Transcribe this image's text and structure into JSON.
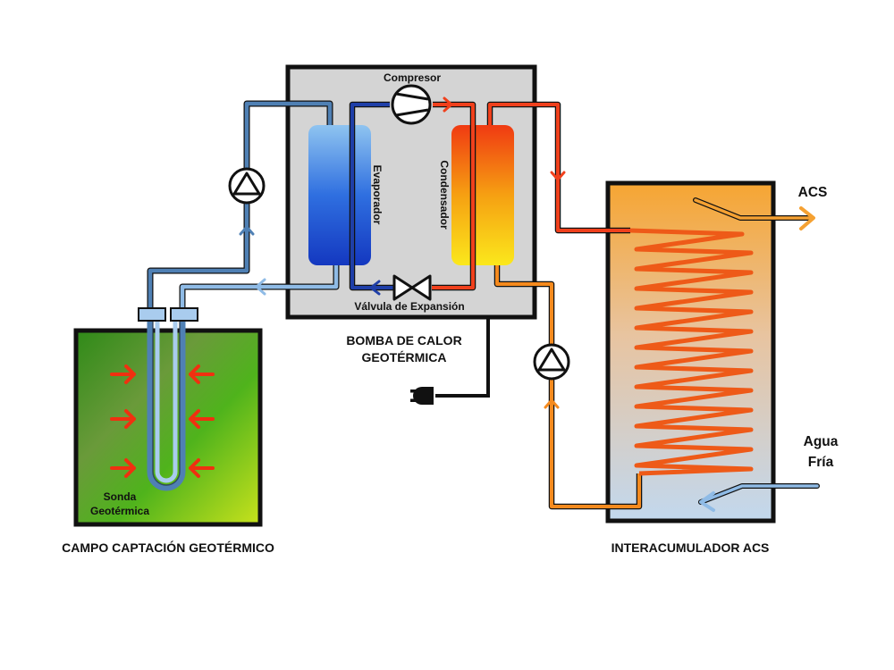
{
  "labels": {
    "compressor": "Compresor",
    "evaporator": "Evaporador",
    "condenser": "Condensador",
    "expansion_valve": "Válvula de Expansión",
    "heat_pump_line1": "BOMBA DE CALOR",
    "heat_pump_line2": "GEOTÉRMICA",
    "probe_line1": "Sonda",
    "probe_line2": "Geotérmica",
    "field": "CAMPO CAPTACIÓN GEOTÉRMICO",
    "tank": "INTERACUMULADOR ACS",
    "acs_out": "ACS",
    "cold_water_line1": "Agua",
    "cold_water_line2": "Fría"
  },
  "colors": {
    "cold_pipe_dark": "#4f80b4",
    "cold_pipe_light": "#8fbbe6",
    "refrigerant_cold": "#1f3fa8",
    "refrigerant_hot": "#f0401c",
    "hot_water": "#f58a1e",
    "frame": "#111111",
    "heat_pump_body": "#d4d4d4",
    "heat_arrow": "#f03010"
  },
  "icons": [
    "pump-icon",
    "compressor-icon",
    "expansion-valve-icon",
    "power-plug-icon",
    "heat-arrow-icon"
  ]
}
